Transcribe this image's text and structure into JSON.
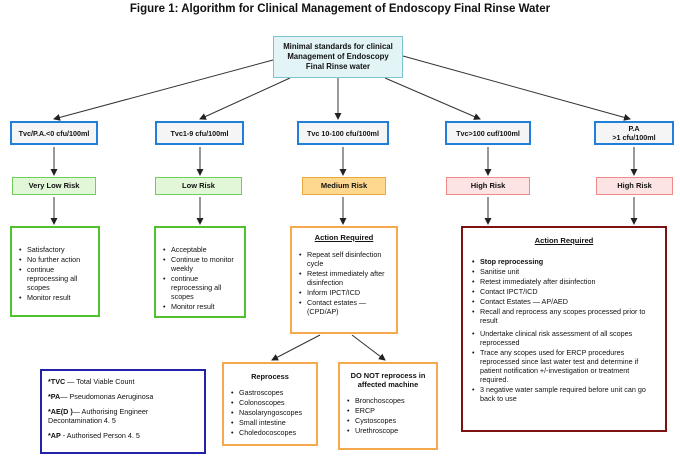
{
  "title": "Figure 1: Algorithm for Clinical Management of Endoscopy Final Rinse Water",
  "root": "Minimal standards for clinical Management of Endoscopy Final Rinse water",
  "levels": [
    {
      "label": "Tvc/P.A.<0  cfu/100ml"
    },
    {
      "label": "Tvc1-9 cfu/100ml"
    },
    {
      "label": "Tvc 10-100 cfu/100ml"
    },
    {
      "label": "Tvc>100 cuf/100ml"
    },
    {
      "label_line1": "P.A",
      "label_line2": ">1 cfu/100ml"
    }
  ],
  "risks": [
    "Very Low Risk",
    "Low Risk",
    "Medium Risk",
    "High Risk",
    "High Risk"
  ],
  "very_low_actions": [
    "Satisfactory",
    "No further action",
    "continue reprocessing all scopes",
    "Monitor result"
  ],
  "low_actions": [
    "Acceptable",
    "Continue to monitor weekly",
    "continue reprocessing all scopes",
    "Monitor result"
  ],
  "medium": {
    "heading": "Action Required",
    "items": [
      "Repeat self disinfection cycle",
      "Retest immediately after disinfection",
      "Inform IPCT/ICD",
      "Contact estates — (CPD/AP)"
    ]
  },
  "high": {
    "heading": "Action Required",
    "items": [
      "Stop reprocessing",
      "Sanitise unit",
      "Retest immediately after disinfection",
      "Contact IPCT/ICD",
      "Contact Estates — AP/AED",
      "Recall and reprocess any scopes processed prior to result",
      "Undertake clinical risk assessment of all scopes reprocessed",
      "Trace any scopes used for ERCP procedures reprocessed since last water test and determine if patient notification +/-investigation or treatment required.",
      "3 negative water sample required before unit can go back to use"
    ]
  },
  "reprocess": {
    "heading": "Reprocess",
    "items": [
      "Gastroscopes",
      "Colonoscopes",
      "Nasolaryngoscopes",
      "Small intestine",
      "Choledocoscopes"
    ]
  },
  "do_not_reprocess": {
    "heading": "DO NOT reprocess in affected machine",
    "items": [
      "Bronchoscopes",
      "ERCP",
      "Cystoscopes",
      "Urethroscope"
    ]
  },
  "legend": [
    {
      "term": "*TVC",
      "desc": " — Total Viable Count"
    },
    {
      "term": "*PA",
      "desc": "— Pseudomonas Aeruginosa"
    },
    {
      "term": "*AE(D )",
      "desc": "— Authorising Engineer Decontamination  4. 5"
    },
    {
      "term": "*AP",
      "desc": " - Authorised Person 4. 5"
    }
  ],
  "colors": {
    "level_border": "#1f7fd9",
    "green": "#4fc32d",
    "orange": "#f6a84f",
    "red": "#7a1212",
    "blue": "#2222a8"
  }
}
